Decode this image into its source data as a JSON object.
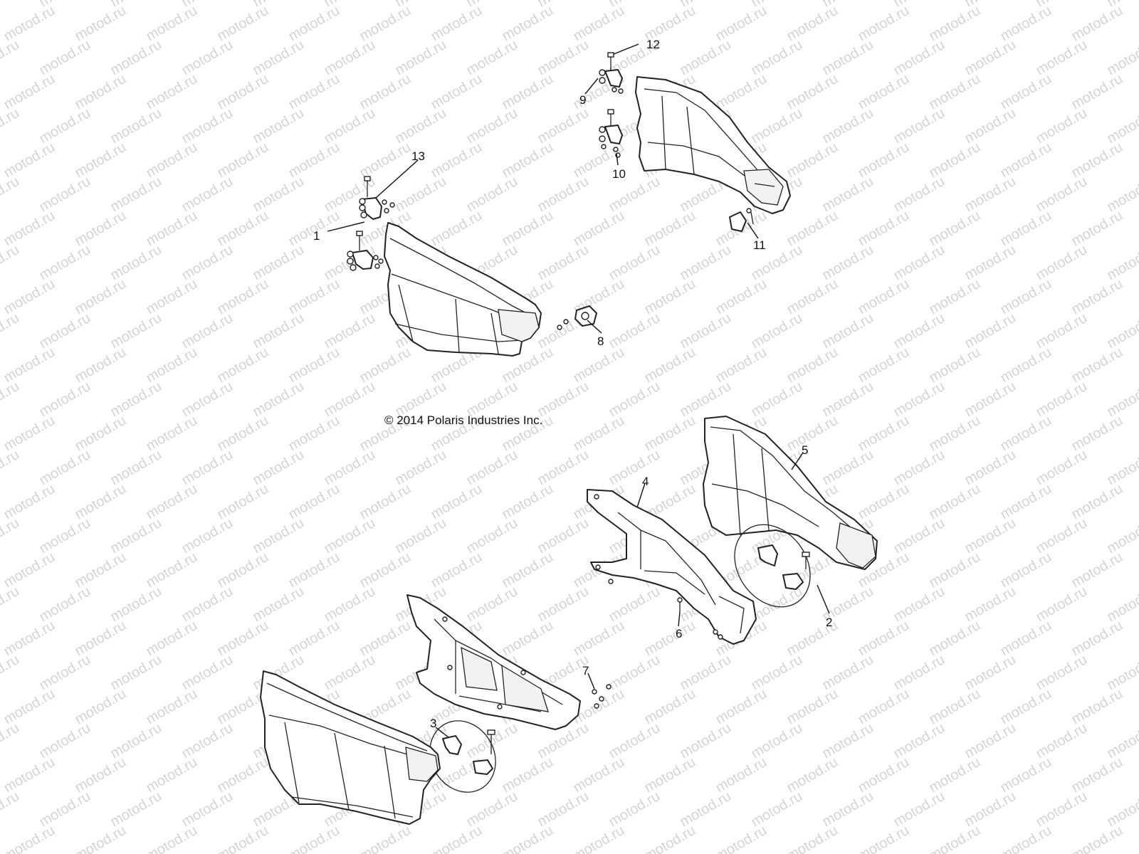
{
  "watermark": "motod.ru",
  "copyright": "© 2014 Polaris Industries Inc.",
  "callouts": [
    "1",
    "2",
    "3",
    "4",
    "5",
    "6",
    "7",
    "8",
    "9",
    "10",
    "11",
    "12",
    "13"
  ]
}
